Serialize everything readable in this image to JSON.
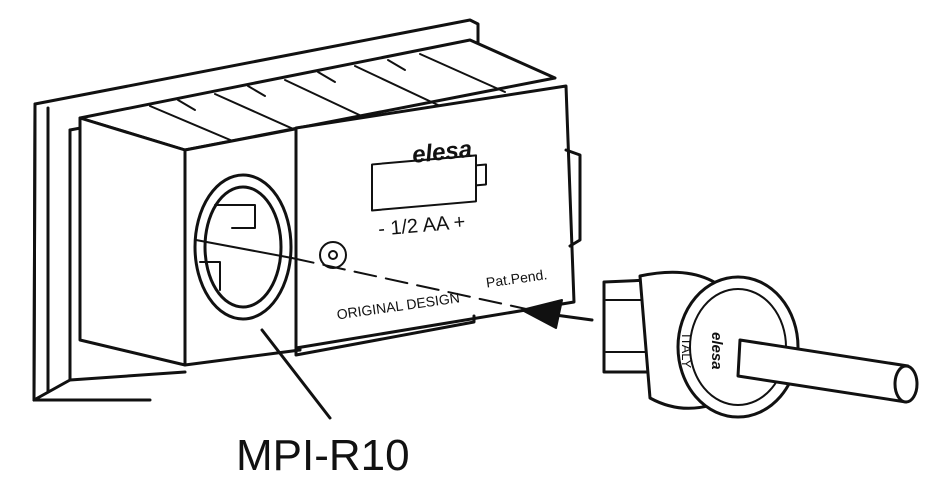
{
  "brand": "elesa",
  "battery_label": "- 1/2 AA +",
  "original_design": "ORIGINAL DESIGN",
  "patent": "Pat.Pend.",
  "country": "ITALY",
  "part_label": "MPI-R10"
}
